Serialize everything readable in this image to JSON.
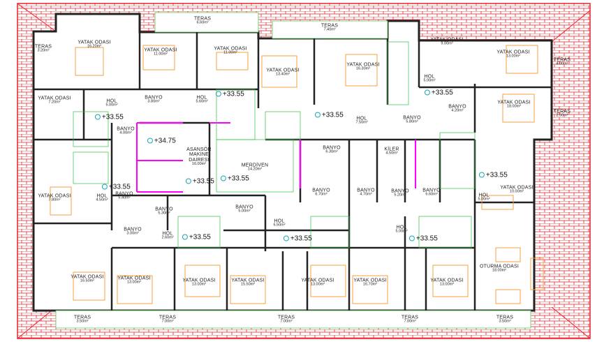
{
  "colors": {
    "roof": "#e8202a",
    "wall": "#222222",
    "furniture": "#f5a040",
    "stairs": "#30c040",
    "shaft": "#ff00ff",
    "marker": "#1aa6b5"
  },
  "rooms": [
    {
      "name": "TERAS",
      "area": "3.20m²"
    },
    {
      "name": "YATAK ODASI",
      "area": "16.20m²"
    },
    {
      "name": "YATAK ODASI",
      "area": "11.00m²"
    },
    {
      "name": "TERAS",
      "area": "6.60m²"
    },
    {
      "name": "YATAK ODASI",
      "area": "11.00m²"
    },
    {
      "name": "YATAK ODASI",
      "area": "13.40m²"
    },
    {
      "name": "TERAS",
      "area": "7.40m²"
    },
    {
      "name": "YATAK ODASI",
      "area": "16.30m²"
    },
    {
      "name": "YATAK ODASI",
      "area": "9.00m²"
    },
    {
      "name": "HOL",
      "area": "5.00m²"
    },
    {
      "name": "YATAK ODASI",
      "area": "13.00m²"
    },
    {
      "name": "TERAS",
      "area": "4.00m²"
    },
    {
      "name": "YATAK ODASI",
      "area": "7.20m²"
    },
    {
      "name": "HOL",
      "area": "5.00m²"
    },
    {
      "name": "BANYO",
      "area": "3.80m²"
    },
    {
      "name": "HOL",
      "area": "5.60m²"
    },
    {
      "name": "YATAK ODASI",
      "area": "18.00m²"
    },
    {
      "name": "BANYO",
      "area": "4.20m²"
    },
    {
      "name": "TERAS",
      "area": "2.50m²"
    },
    {
      "name": "HOL",
      "area": "7.50m²"
    },
    {
      "name": "BANYO",
      "area": "5.80m²"
    },
    {
      "name": "BANYO",
      "area": "4.00m²"
    },
    {
      "name": "ASANSÖR MAKİNE DAİRESİ",
      "area": "16.00m²"
    },
    {
      "name": "MERDİVEN",
      "area": "14.20m²"
    },
    {
      "name": "BANYO",
      "area": "6.30m²"
    },
    {
      "name": "KİLER",
      "area": "4.50m²"
    },
    {
      "name": "YATAK ODASI",
      "area": "10.00m²"
    },
    {
      "name": "HOL",
      "area": "5.00m²"
    },
    {
      "name": "YATAK ODASI",
      "area": "7.80m²"
    },
    {
      "name": "HOL",
      "area": "4.50m²"
    },
    {
      "name": "BANYO",
      "area": "5.40m²"
    },
    {
      "name": "BANYO",
      "area": "5.30m²"
    },
    {
      "name": "BANYO",
      "area": "5.00m²"
    },
    {
      "name": "BANYO",
      "area": "6.70m²"
    },
    {
      "name": "BANYO",
      "area": "4.70m²"
    },
    {
      "name": "BANYO",
      "area": "5.20m²"
    },
    {
      "name": "BANYO",
      "area": "6.60m²"
    },
    {
      "name": "BANYO",
      "area": "3.00m²"
    },
    {
      "name": "HOL",
      "area": "2.60m²"
    },
    {
      "name": "HOL",
      "area": "6.50m²"
    },
    {
      "name": "HOL",
      "area": "5.00m²"
    },
    {
      "name": "OTURMA ODASI",
      "area": "18.00m²"
    },
    {
      "name": "YATAK ODASI",
      "area": "16.50m²"
    },
    {
      "name": "YATAK ODASI",
      "area": "13.00m²"
    },
    {
      "name": "YATAK ODASI",
      "area": "13.00m²"
    },
    {
      "name": "YATAK ODASI",
      "area": "15.50m²"
    },
    {
      "name": "YATAK ODASI",
      "area": "13.00m²"
    },
    {
      "name": "YATAK ODASI",
      "area": "16.70m²"
    },
    {
      "name": "YATAK ODASI",
      "area": "13.00m²"
    },
    {
      "name": "TERAS",
      "area": "3.50m²"
    },
    {
      "name": "TERAS",
      "area": "7.00m²"
    },
    {
      "name": "TERAS",
      "area": "7.00m²"
    },
    {
      "name": "TERAS",
      "area": "7.00m²"
    },
    {
      "name": "TERAS",
      "area": "3.50m²"
    }
  ],
  "elevations": [
    "+33.55",
    "+33.55",
    "+33.55",
    "+33.55",
    "+34.75",
    "+33.55",
    "+33.55",
    "+33.55",
    "+33.55",
    "+33.55",
    "+33.55",
    "+33.55"
  ]
}
